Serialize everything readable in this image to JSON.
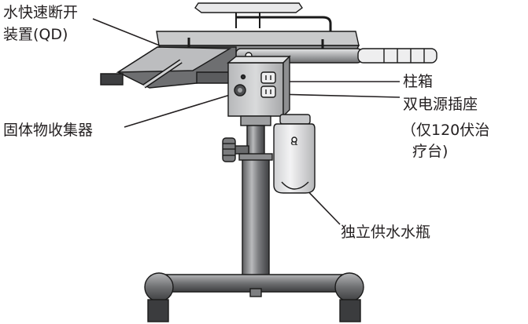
{
  "labels": {
    "qd_line1": "水快速断开",
    "qd_line2": "装置(QD)",
    "solids_collector": "固体物收集器",
    "post": "柱箱",
    "outlet_line1": "双电源插座",
    "outlet_line2": "（仅120伏治",
    "outlet_line3": "疗台)",
    "water_bottle": "独立供水水瓶"
  },
  "colors": {
    "steel": "#8a8b8d",
    "steel_dark": "#4a4b4d",
    "steel_light": "#d6d7d8",
    "outline": "#1a1a1a",
    "text": "#231f20"
  }
}
